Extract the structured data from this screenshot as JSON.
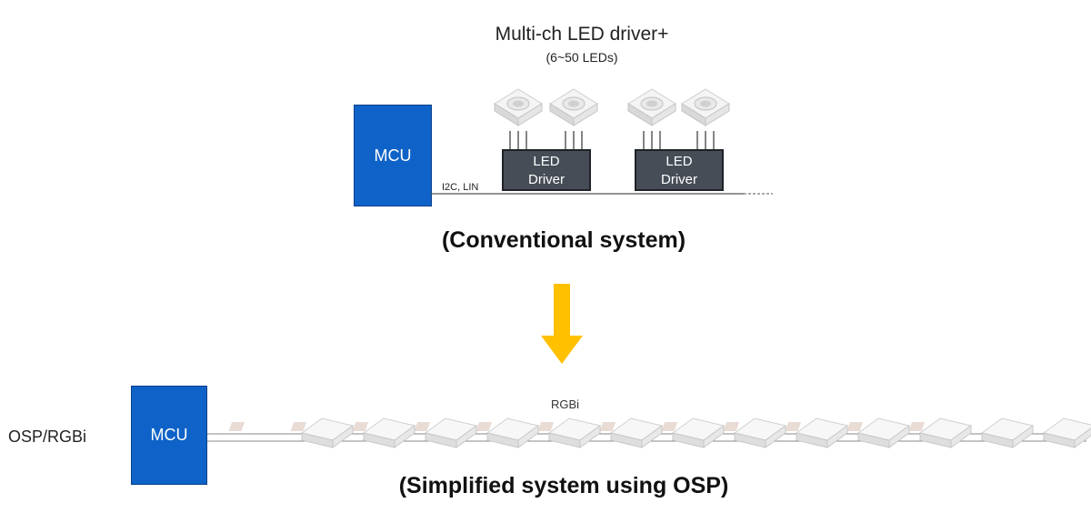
{
  "conventional": {
    "title": "Multi-ch LED driver+",
    "subtitle": "(6~50 LEDs)",
    "mcu_label": "MCU",
    "bus_label": "I2C, LIN",
    "drivers": [
      {
        "line1": "LED",
        "line2": "Driver"
      },
      {
        "line1": "LED",
        "line2": "Driver"
      }
    ],
    "caption": "(Conventional system)"
  },
  "simplified": {
    "side_label": "OSP/RGBi",
    "mcu_label": "MCU",
    "chain_label": "RGBi",
    "led_count": 13,
    "caption": "(Simplified system using OSP)"
  },
  "colors": {
    "mcu_blue": "#0f63c8",
    "driver_gray": "#464d57",
    "arrow_yellow": "#ffc000"
  }
}
